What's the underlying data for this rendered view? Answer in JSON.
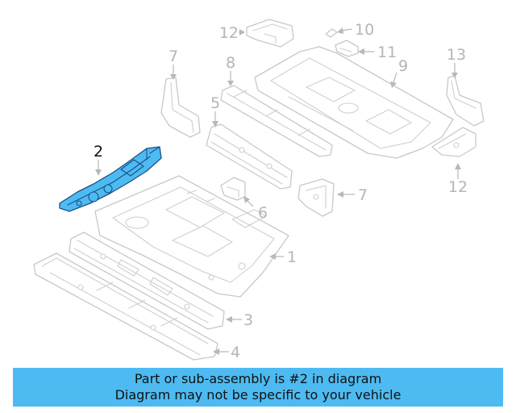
{
  "diagram": {
    "callouts": [
      {
        "id": "callout-2",
        "label": "2"
      },
      {
        "id": "callout-1",
        "label": "1"
      },
      {
        "id": "callout-3",
        "label": "3"
      },
      {
        "id": "callout-4",
        "label": "4"
      },
      {
        "id": "callout-5",
        "label": "5"
      },
      {
        "id": "callout-6",
        "label": "6"
      },
      {
        "id": "callout-7a",
        "label": "7"
      },
      {
        "id": "callout-7b",
        "label": "7"
      },
      {
        "id": "callout-8",
        "label": "8"
      },
      {
        "id": "callout-9",
        "label": "9"
      },
      {
        "id": "callout-10",
        "label": "10"
      },
      {
        "id": "callout-11",
        "label": "11"
      },
      {
        "id": "callout-12a",
        "label": "12"
      },
      {
        "id": "callout-12b",
        "label": "12"
      },
      {
        "id": "callout-13",
        "label": "13"
      }
    ],
    "highlight_color": "#4dbbf2",
    "highlight_outline": "#1b4f86"
  },
  "banner": {
    "line1": "Part or sub-assembly is #2 in diagram",
    "line2": "Diagram may not be specific to your vehicle",
    "color": "#4dbbf2"
  }
}
